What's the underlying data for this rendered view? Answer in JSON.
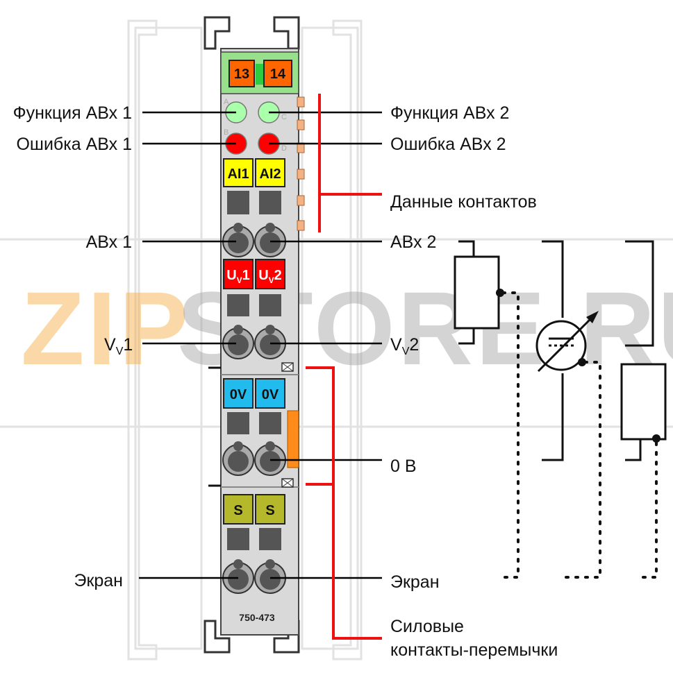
{
  "module": {
    "model": "750-473",
    "top_tags": [
      "13",
      "14"
    ],
    "led_markers": [
      "A",
      "C",
      "B",
      "D"
    ],
    "rows": [
      {
        "left": "AI1",
        "right": "AI2",
        "color": "#ffff00",
        "text_color": "#111111"
      },
      {
        "left": "U",
        "left_sub": "V",
        "left_tail": "1",
        "right": "U",
        "right_sub": "V",
        "right_tail": "2",
        "color": "#ff0000",
        "text_color": "#ffffff"
      },
      {
        "left": "0V",
        "right": "0V",
        "color": "#22bbee",
        "text_color": "#111111"
      },
      {
        "left": "S",
        "right": "S",
        "color": "#b5b82a",
        "text_color": "#111111"
      }
    ],
    "colors": {
      "body": "#d9d9d9",
      "top_green": "#99e08c",
      "top_tag": "#ff6600",
      "led_function": "#aaffaa",
      "led_error": "#ff0000",
      "terminal": "#888888",
      "data_contact": "#f4b183",
      "power_jumper": "#ff8c1a"
    }
  },
  "labels": {
    "func1": "Функция АВх 1",
    "func2": "Функция АВх 2",
    "err1": "Ошибка АВх 1",
    "err2": "Ошибка АВх 2",
    "data_contacts": "Данные контактов",
    "abx1": "АВх 1",
    "abx2": "АВх 2",
    "vv1_main": "V",
    "vv1_sub": "V",
    "vv1_tail": "1",
    "vv2_main": "V",
    "vv2_sub": "V",
    "vv2_tail": "2",
    "zero_v": "0 В",
    "screen_left": "Экран",
    "screen_right": "Экран",
    "power_line1": "Силовые",
    "power_line2": "контакты-перемычки"
  },
  "watermark": {
    "part1": "ZIP",
    "part2": "STORE.RU",
    "color1": "#f6a93b",
    "color2": "#a0a0a0"
  },
  "colors": {
    "leader": "#000000",
    "bracket": "#ee1111"
  }
}
